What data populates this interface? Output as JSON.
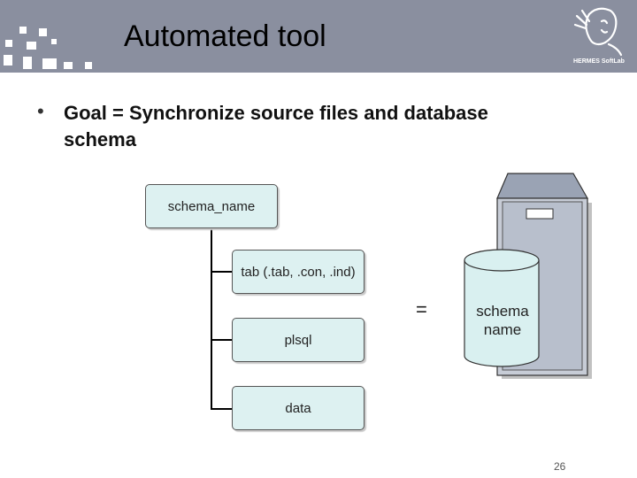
{
  "header": {
    "title": "Automated tool",
    "logo_text": "HERMES SoftLab",
    "logo_icon": "hermes-head-logo"
  },
  "bullet": {
    "marker": "•",
    "text": "Goal = Synchronize source files and database schema"
  },
  "diagram": {
    "root": "schema_name",
    "children": [
      "tab (.tab, .con, .ind)",
      "plsql",
      "data"
    ],
    "equals": "=",
    "database_label": "schema name"
  },
  "page_number": "26"
}
